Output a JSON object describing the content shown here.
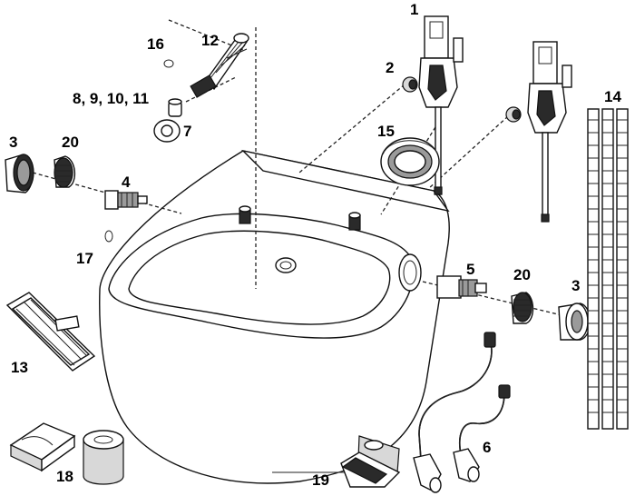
{
  "callouts": {
    "c1": "1",
    "c2": "2",
    "c3_left": "3",
    "c3_right": "3",
    "c4": "4",
    "c5": "5",
    "c6": "6",
    "c7": "7",
    "c8_11": "8, 9, 10, 11",
    "c12": "12",
    "c13": "13",
    "c14": "14",
    "c15": "15",
    "c16": "16",
    "c17": "17",
    "c18": "18",
    "c19": "19",
    "c20_left": "20",
    "c20_right": "20"
  }
}
